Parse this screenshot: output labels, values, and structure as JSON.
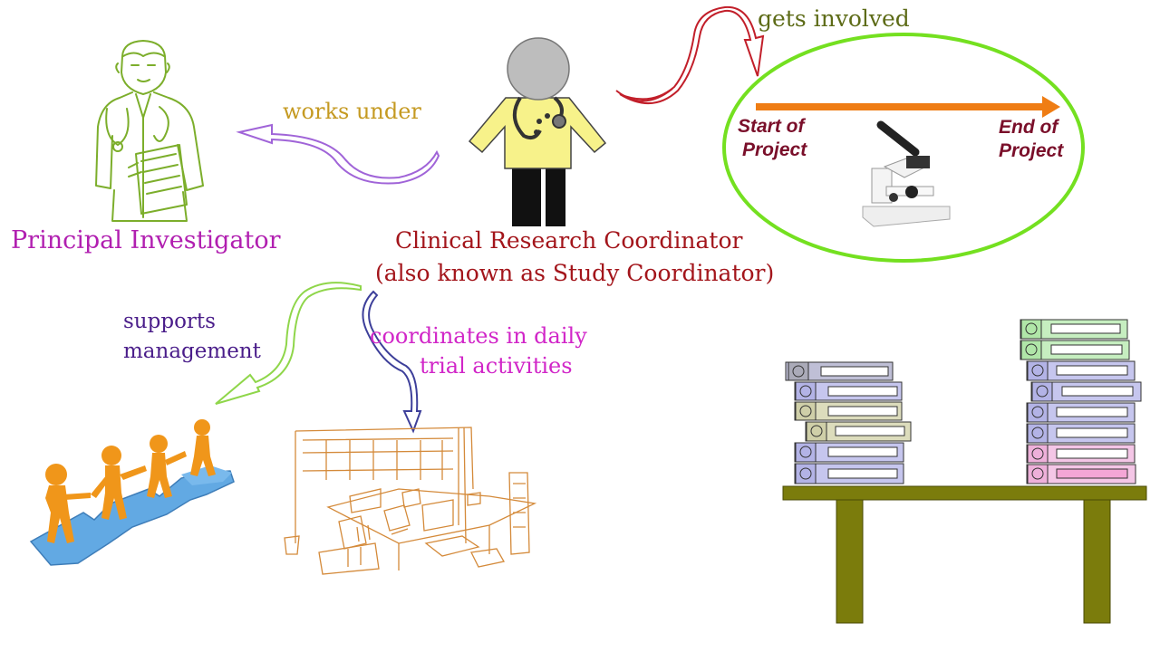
{
  "colors": {
    "principal": "#b11fb0",
    "coordinator": "#a3151b",
    "works_under": "#c59a22",
    "gets_involved": "#5d6b17",
    "supports": "#4a1d8a",
    "coordinates": "#d126c8",
    "project_text": "#7a0f2a",
    "timeline": "#ef7d14",
    "ellipse": "#74e020"
  },
  "labels": {
    "principal_investigator": "Principal Investigator",
    "clinical_research_coordinator": "Clinical Research Coordinator",
    "also_known_as": "(also known as Study Coordinator)",
    "works_under": "works under",
    "gets_involved": "gets involved",
    "supports_line1": "supports",
    "supports_line2": "management",
    "coordinates_line1": "coordinates in daily",
    "coordinates_line2": "trial activities"
  },
  "project": {
    "start_line1": "Start of",
    "start_line2": "Project",
    "end_line1": "End of",
    "end_line2": "Project"
  },
  "icons": [
    "doctor-sketch-icon",
    "coordinator-figure-icon",
    "microscope-icon",
    "team-puzzle-icon",
    "office-sketch-icon",
    "binder-stack-icon",
    "table-icon"
  ]
}
